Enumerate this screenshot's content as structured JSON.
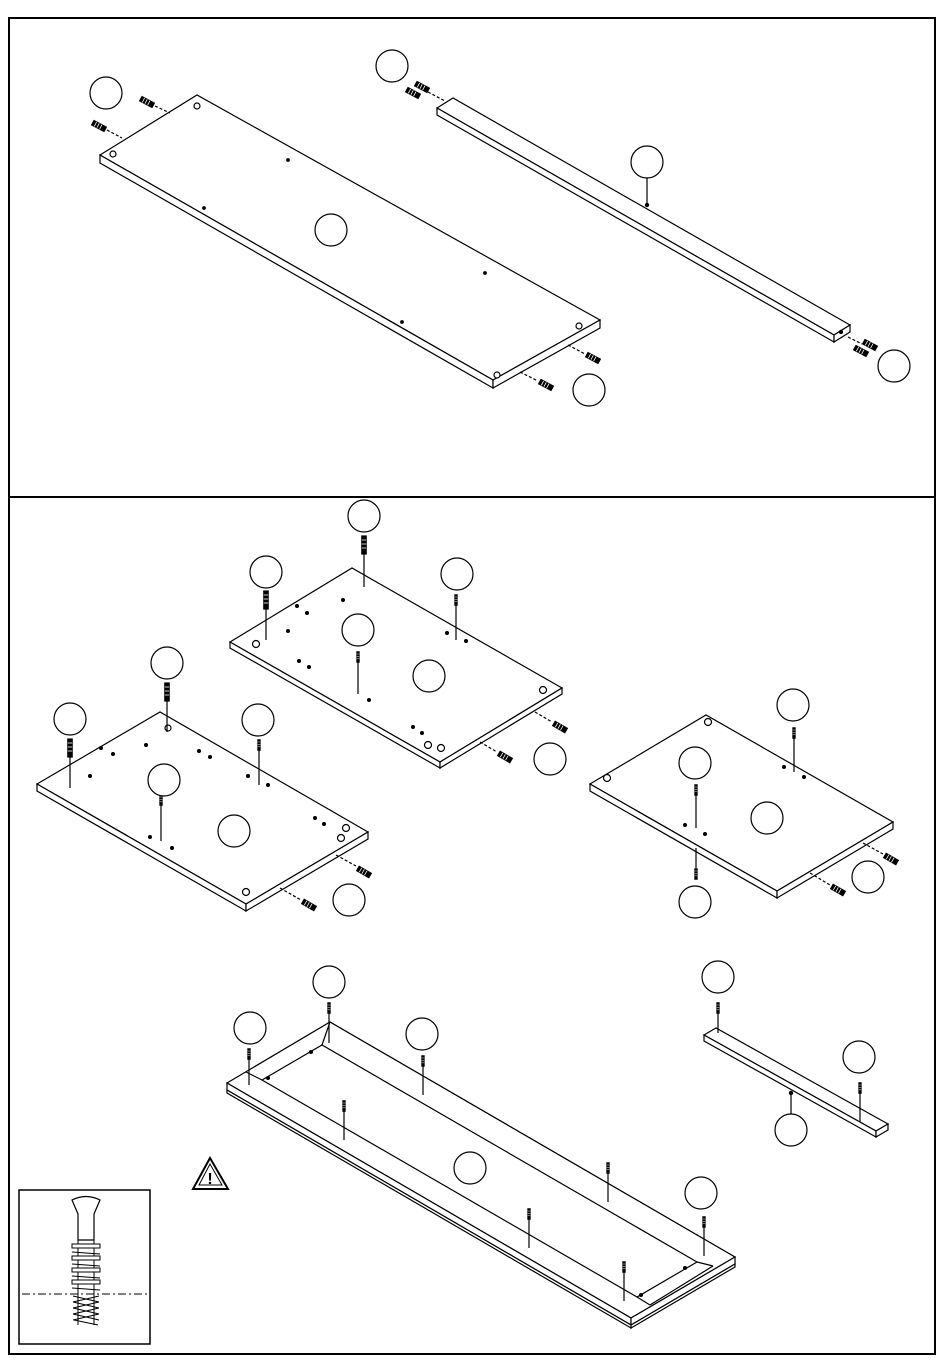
{
  "document": {
    "type": "furniture assembly instruction sheet",
    "line_color": "#000000",
    "background_color": "#ffffff"
  },
  "steps": [
    {
      "id": "top",
      "parts": [
        "wide-panel",
        "narrow-rail"
      ],
      "fasteners": [
        "wooden-dowel"
      ],
      "callout_circles": 6,
      "callout_labels": []
    },
    {
      "id": "bottom",
      "parts": [
        "panel-left",
        "panel-center",
        "panel-right",
        "frame-assembly",
        "short-rail"
      ],
      "fasteners": [
        "cam-bolt",
        "wooden-dowel"
      ],
      "callout_circles": 25,
      "callout_labels": []
    }
  ],
  "warning": {
    "icon": "warning-triangle-icon",
    "glyph": "!"
  },
  "detail_inset": {
    "icon": "cam-bolt-detail-icon"
  }
}
